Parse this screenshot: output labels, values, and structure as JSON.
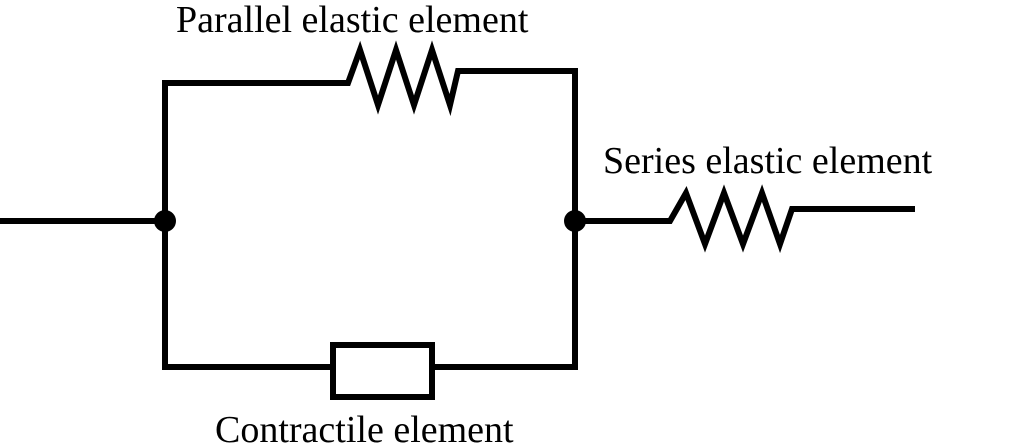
{
  "diagram": {
    "labels": {
      "parallel": "Parallel elastic element",
      "series": "Series elastic element",
      "contractile": "Contractile element"
    },
    "colors": {
      "stroke": "#000000",
      "background": "#ffffff"
    }
  }
}
